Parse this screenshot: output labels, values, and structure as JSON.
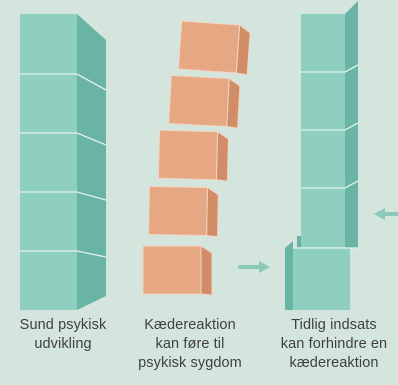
{
  "colors": {
    "background": "#d4e5dd",
    "teal_front": "#8fcfc0",
    "teal_side": "#69b4a5",
    "teal_line": "#e2f1ec",
    "orange_front": "#e6a783",
    "orange_side": "#d18d68",
    "orange_line": "#f3d4c1",
    "arrow": "#8bc9bb",
    "text": "#3f3f3f"
  },
  "towers": [
    {
      "id": "healthy",
      "caption_lines": [
        "Sund psykisk",
        "udvikling"
      ],
      "block_count": 5
    },
    {
      "id": "chain-reaction",
      "caption_lines": [
        "Kædereaktion",
        "kan føre til",
        "psykisk sygdom"
      ],
      "block_count": 5
    },
    {
      "id": "early-intervention",
      "caption_lines": [
        "Tidlig indsats",
        "kan forhindre en",
        "kædereaktion"
      ],
      "block_count": 5
    }
  ],
  "arrows": [
    {
      "id": "push-right",
      "direction": "right"
    },
    {
      "id": "push-left",
      "direction": "left"
    }
  ]
}
